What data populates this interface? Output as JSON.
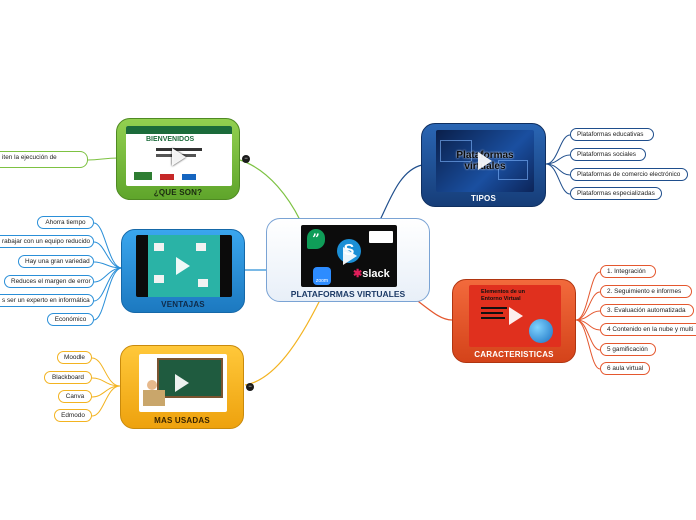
{
  "center": {
    "title": "PLATAFORMAS VIRTUALES"
  },
  "topics": {
    "que_son": {
      "label": "¿QUE SON?",
      "thumb_title": "BIENVENIDOS"
    },
    "ventajas": {
      "label": "VENTAJAS"
    },
    "mas_usadas": {
      "label": "MAS USADAS"
    },
    "tipos": {
      "label": "TIPOS",
      "thumb_text": "Plataformas virtuales"
    },
    "caracteristicas": {
      "label": "CARACTERISTICAS",
      "thumb_text": "Elementos de un Entorno Virtual"
    }
  },
  "leaves": {
    "que_son": [
      "iten la ejecución de"
    ],
    "ventajas": [
      "Ahorra tiempo",
      "rabajar con un equipo reducido",
      "Hay una gran variedad",
      "Reduces el margen de error",
      "s ser un experto en informática",
      "Económico"
    ],
    "mas_usadas": [
      "Moodle",
      "Blackboard",
      "Canva",
      "Edmodo"
    ],
    "tipos": [
      "Plataformas educativas",
      "Plataformas sociales",
      "Plataformas de comercio electrónico",
      "Plataformas especializadas"
    ],
    "caracteristicas": [
      "1. Integración",
      "2. Seguimiento e informes",
      "3. Evaluación automatizada",
      "4 Contenido en la nube y multi",
      "5 gamificación",
      "6 aula virtual"
    ]
  },
  "logos": {
    "zoom": "zoom",
    "slack": "slack"
  },
  "colors": {
    "green": "#7dc242",
    "blue": "#2a8fd8",
    "yellow": "#f3b320",
    "navy": "#1f4e8c",
    "orange": "#e4572e",
    "center": "#3c7cc4"
  }
}
